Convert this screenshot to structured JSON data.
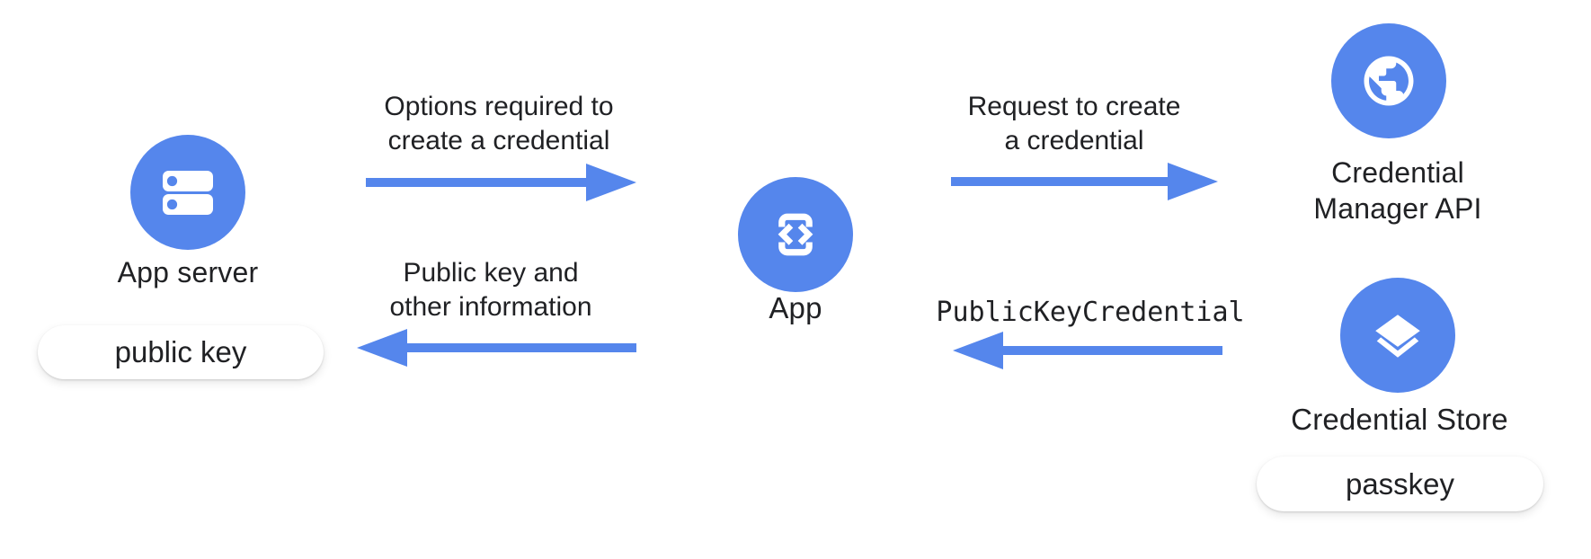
{
  "diagram": {
    "colors": {
      "accent_blue": "#5586EC",
      "text": "#202124",
      "background": "#ffffff",
      "pill_bg": "#ffffff"
    },
    "nodes": {
      "app_server": {
        "label": "App server",
        "icon": "server-icon"
      },
      "app": {
        "label": "App",
        "icon": "developer-mode-icon"
      },
      "credential_manager": {
        "label_line1": "Credential",
        "label_line2": "Manager API",
        "icon": "globe-icon"
      },
      "credential_store": {
        "label": "Credential Store",
        "icon": "layers-icon"
      }
    },
    "pills": {
      "public_key": "public key",
      "passkey": "passkey"
    },
    "arrow_labels": {
      "options": {
        "line1": "Options required to",
        "line2": "create a credential"
      },
      "request": {
        "line1": "Request to create",
        "line2": "a credential"
      },
      "public_key_credential": "PublicKeyCredential",
      "public_key_info": {
        "line1": "Public key and",
        "line2": "other information"
      }
    }
  }
}
